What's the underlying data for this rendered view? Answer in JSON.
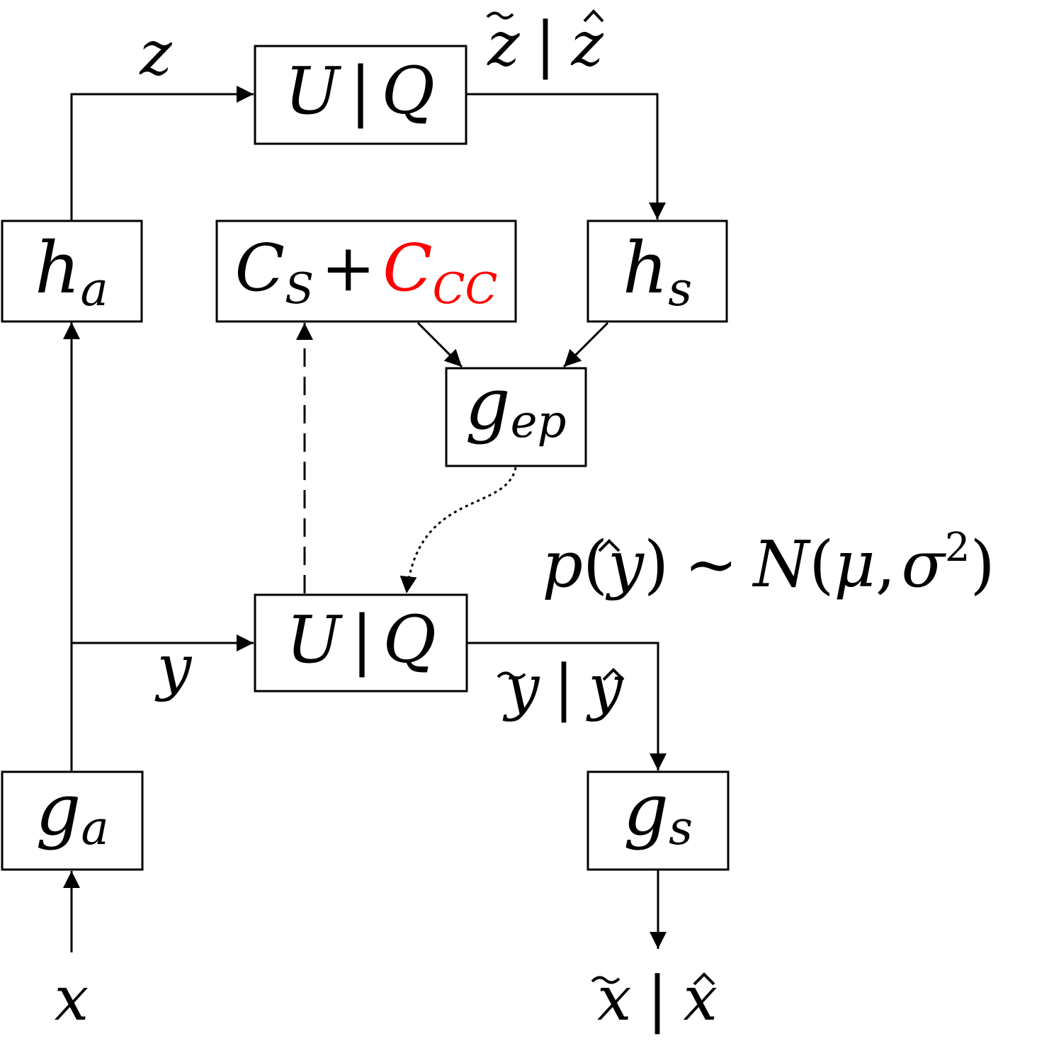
{
  "colors": {
    "stroke": "#000000",
    "highlight": "#ff0000",
    "background": "#ffffff"
  },
  "nodes": {
    "hyper_quant": {
      "left": "U",
      "sep": "|",
      "right": "Q"
    },
    "h_a": {
      "base": "h",
      "sub": "a"
    },
    "context": {
      "c_base": "C",
      "c_sub": "S",
      "plus": "+",
      "cc_base": "C",
      "cc_sub": "CC"
    },
    "h_s": {
      "base": "h",
      "sub": "s"
    },
    "g_ep": {
      "base": "g",
      "sub": "ep"
    },
    "main_quant": {
      "left": "U",
      "sep": "|",
      "right": "Q"
    },
    "g_a": {
      "base": "g",
      "sub": "a"
    },
    "g_s": {
      "base": "g",
      "sub": "s"
    }
  },
  "labels": {
    "z": "z",
    "z_out": {
      "left": "z",
      "sep": "|",
      "right": "z"
    },
    "y": "y",
    "y_out": {
      "left": "y",
      "sep": "|",
      "right": "y"
    },
    "x": "x",
    "x_out": {
      "left": "x",
      "sep": "|",
      "right": "x"
    },
    "prob": {
      "p": "p",
      "lp": "(",
      "y": "y",
      "rp": ")",
      "tilde": "~",
      "N": "N",
      "lp2": "(",
      "mu": "μ",
      "comma": ",",
      "sigma": "σ",
      "exp": "2",
      "rp2": ")"
    }
  }
}
